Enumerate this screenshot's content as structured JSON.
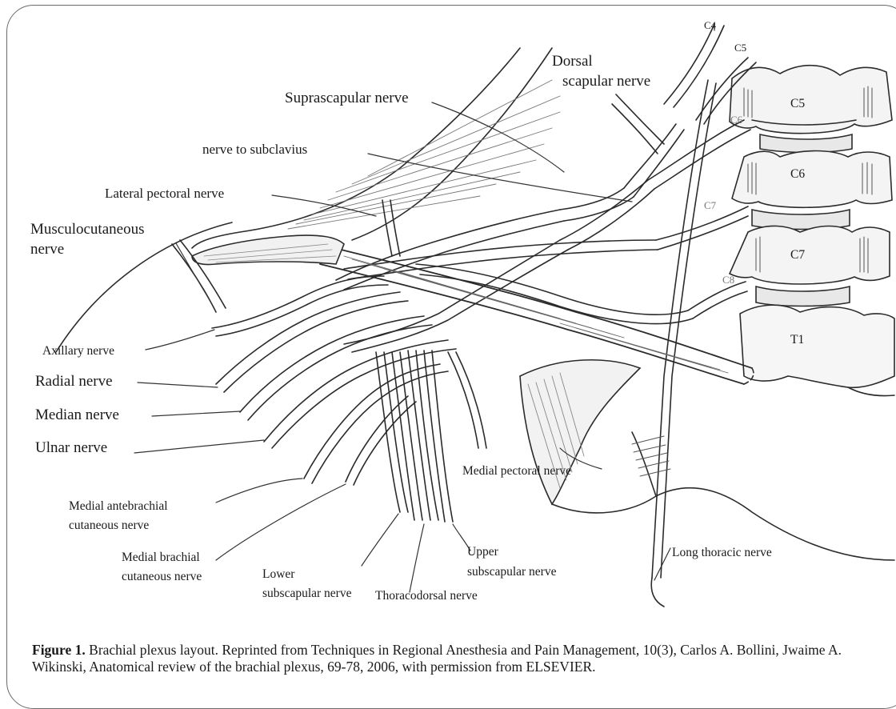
{
  "labels": {
    "c4": "C4",
    "c5_top": "C5",
    "dorsal_scapular": [
      "Dorsal",
      "scapular nerve"
    ],
    "suprascapular": "Suprascapular nerve",
    "subclavius": "nerve to subclavius",
    "lateral_pectoral": "Lateral pectoral nerve",
    "musculocutaneous": [
      "Musculocutaneous",
      "nerve"
    ],
    "axillary": "Axillary nerve",
    "radial": "Radial nerve",
    "median": "Median nerve",
    "ulnar": "Ulnar nerve",
    "medial_antebrachial": [
      "Medial antebrachial",
      "cutaneous nerve"
    ],
    "medial_brachial": [
      "Medial brachial",
      "cutaneous nerve"
    ],
    "lower_subscapular": [
      "Lower",
      "subscapular nerve"
    ],
    "thoracodorsal": "Thoracodorsal nerve",
    "upper_subscapular": [
      "Upper",
      "subscapular nerve"
    ],
    "medial_pectoral": "Medial pectoral nerve",
    "long_thoracic": "Long thoracic nerve",
    "vert_c5": "C5",
    "vert_c6": "C6",
    "vert_c7": "C7",
    "vert_t1": "T1",
    "root_c6": "C6",
    "root_c7": "C7",
    "root_c8": "C8"
  },
  "caption": {
    "bold": "Figure 1.",
    "text": " Brachial plexus layout. Reprinted from Techniques in Regional Anesthesia and Pain Management, 10(3), Carlos A. Bollini, Jwaime A. Wikinski, Anatomical review of the brachial plexus, 69-78, 2006, with permission from ELSEVIER."
  }
}
